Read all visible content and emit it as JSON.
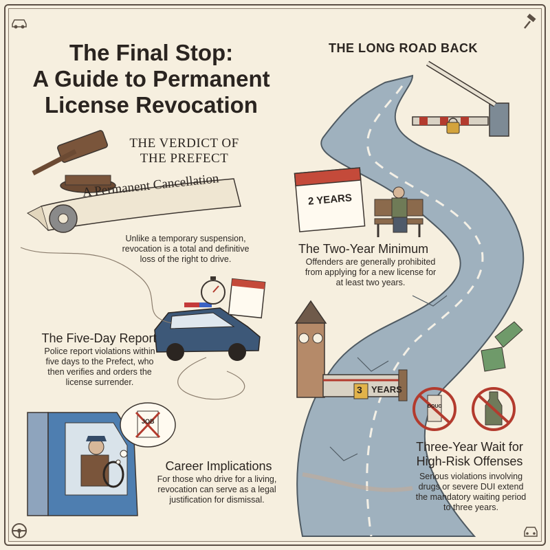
{
  "title": {
    "line1": "The Final Stop:",
    "line2": "A Guide to Permanent",
    "line3": "License Revocation"
  },
  "verdict": {
    "line1": "THE VERDICT OF",
    "line2": "THE PREFECT"
  },
  "banner": "A Permanent Cancellation",
  "intro": {
    "line1": "Unlike a temporary suspension,",
    "line2": "revocation is a total and definitive",
    "line3": "loss of the right to drive."
  },
  "five_day": {
    "heading": "The Five-Day Report",
    "line1": "Police report violations within",
    "line2": "five days to the Prefect, who",
    "line3": "then verifies and orders the",
    "line4": "license surrender."
  },
  "career": {
    "heading": "Career Implications",
    "line1": "For those who drive for a living,",
    "line2": "revocation can serve as a legal",
    "line3": "justification for dismissal."
  },
  "road": {
    "title": "THE LONG ROAD BACK"
  },
  "two_year": {
    "heading": "The Two-Year Minimum",
    "line1": "Offenders are generally prohibited",
    "line2": "from applying for a new license for",
    "line3": "at least two years.",
    "calendar_label": "2 YEARS"
  },
  "three_year": {
    "heading_line1": "Three-Year Wait for",
    "heading_line2": "High-Risk Offenses",
    "line1": "Serious violations involving",
    "line2": "drugs or severe DUI extend",
    "line3": "the mandatory waiting period",
    "line4": "to three years.",
    "gate_number": "3",
    "gate_label": "YEARS"
  },
  "labels": {
    "job": "JOB",
    "drug": "DOUG"
  },
  "colors": {
    "background": "#f6efdf",
    "ink": "#2b2521",
    "road": "#8fa3b3",
    "police_blue": "#3d5878",
    "banner": "#efe6d2"
  }
}
